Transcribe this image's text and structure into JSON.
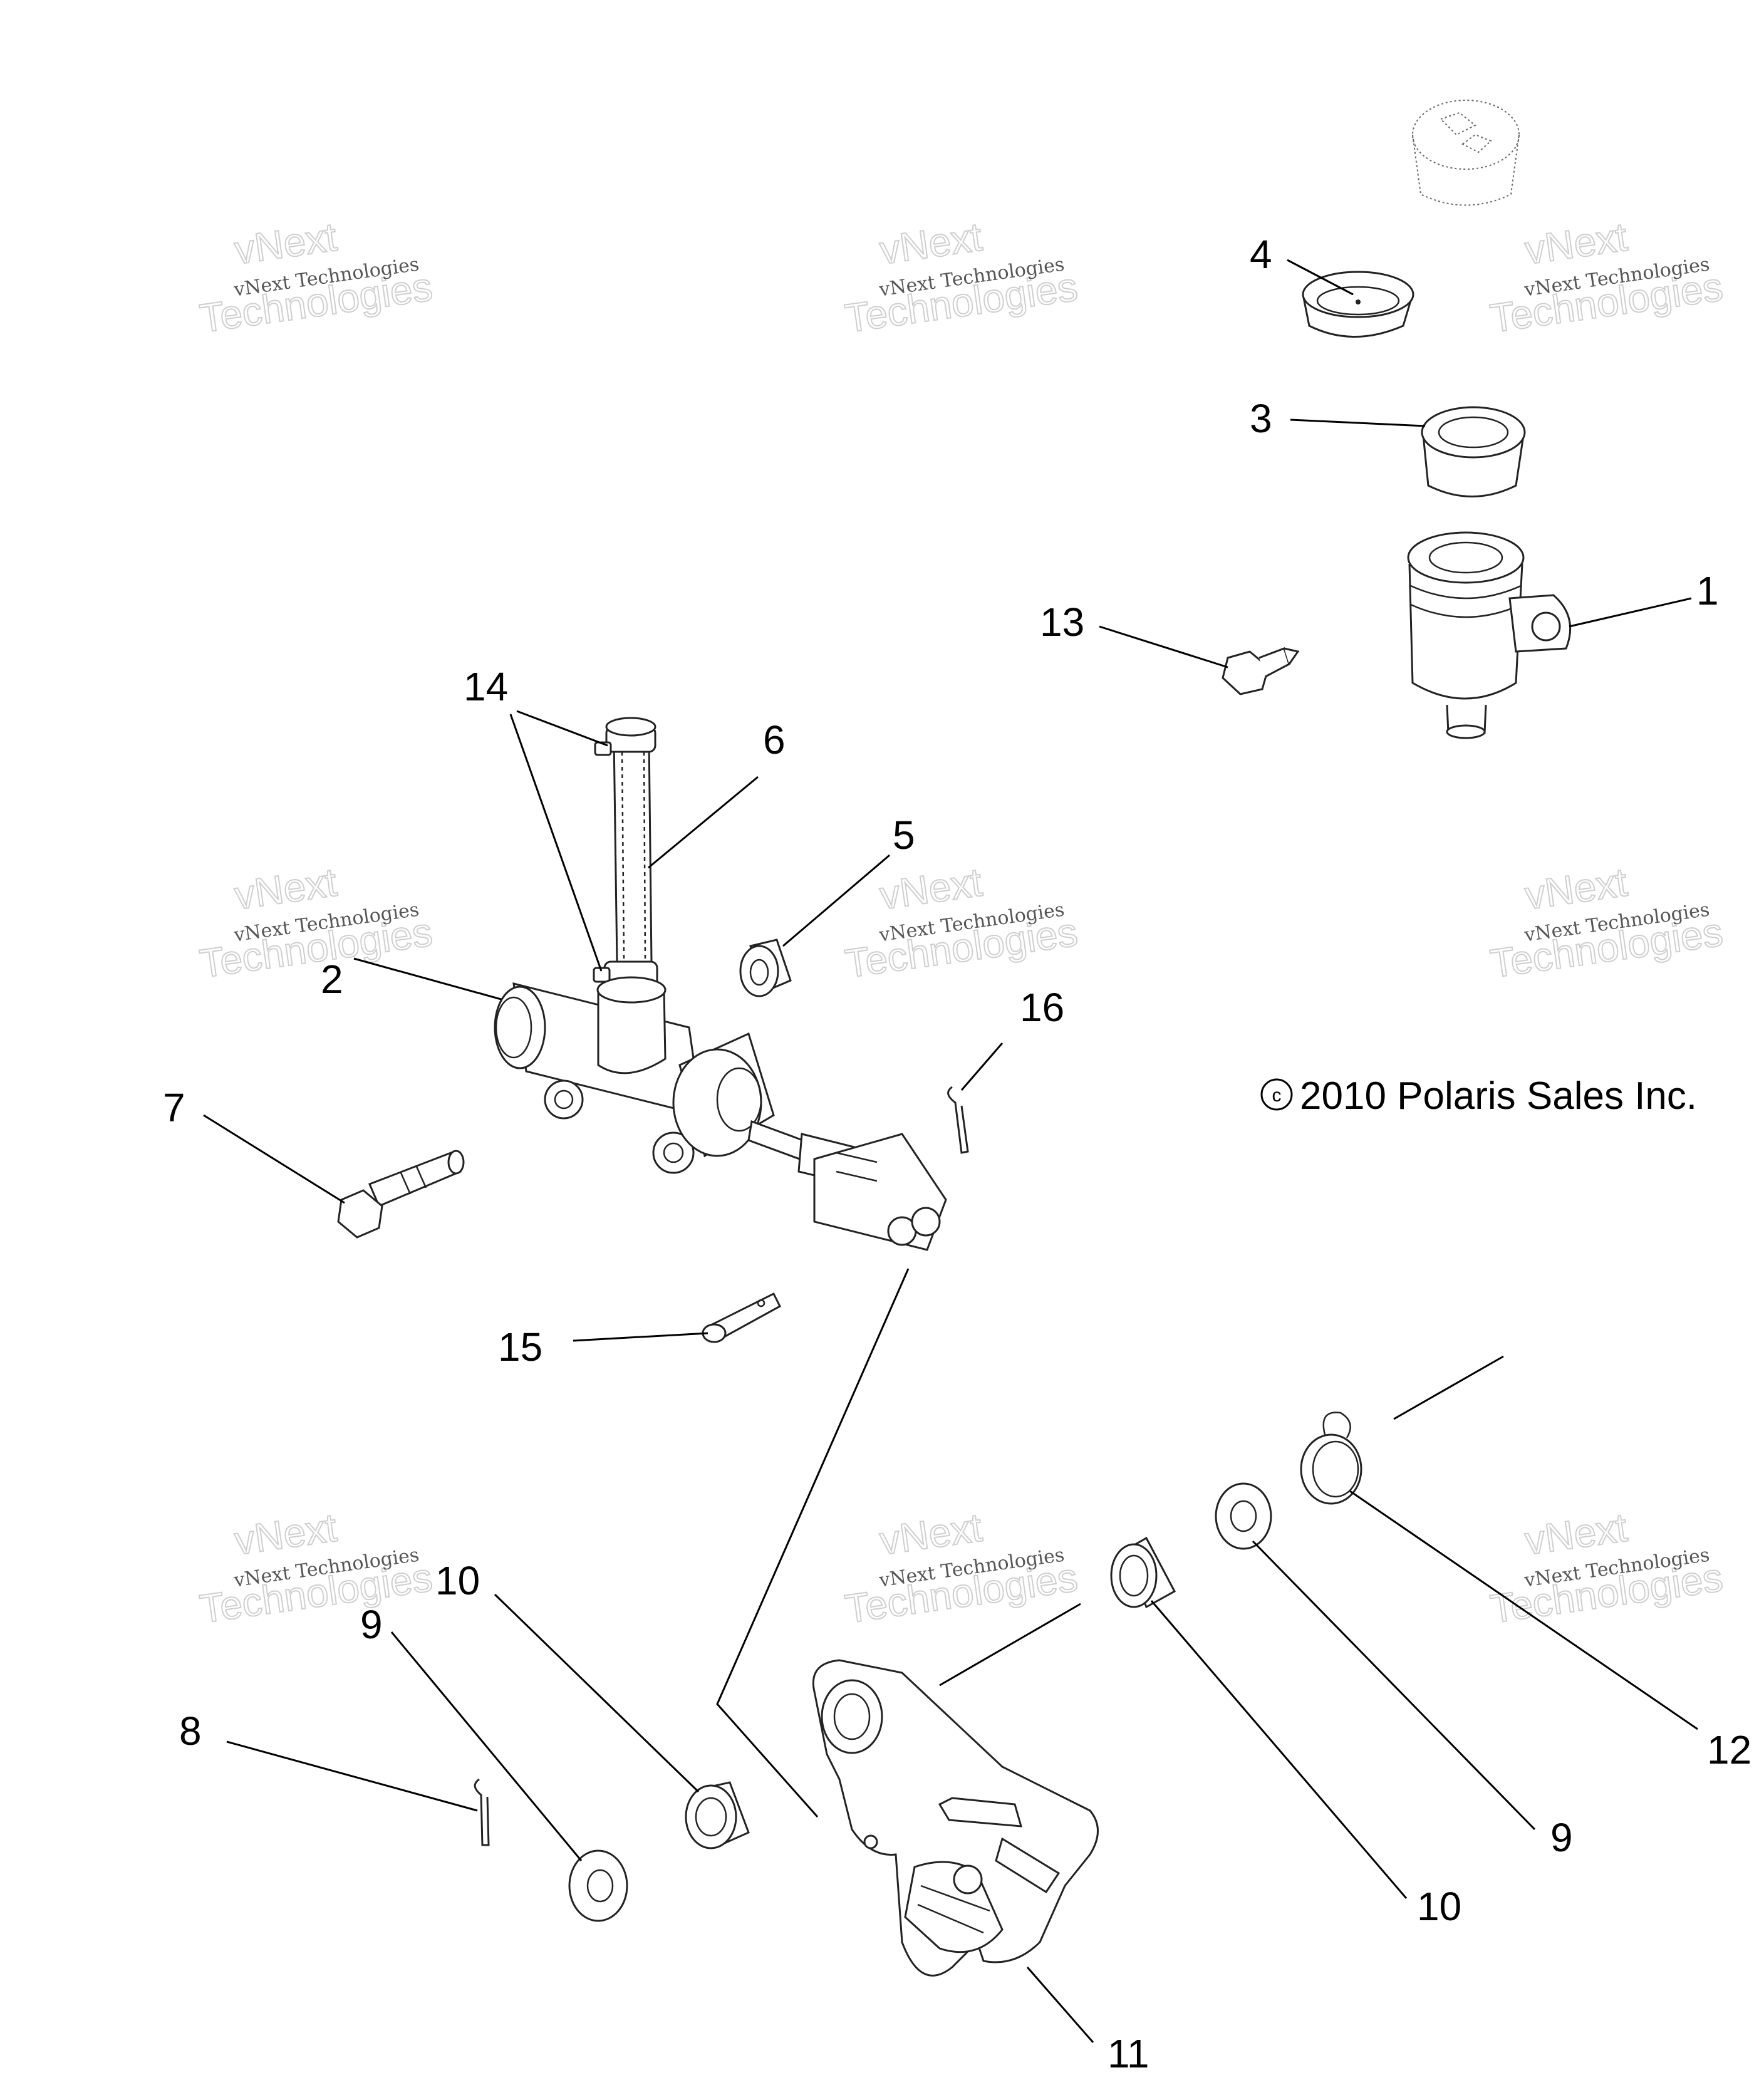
{
  "copyright": "2010 Polaris Sales Inc.",
  "copyright_symbol": "©",
  "watermark": {
    "line1": "vNext Technologies",
    "line2": "vNext",
    "line3": "Technologies"
  },
  "callouts": {
    "c1": "1",
    "c2": "2",
    "c3": "3",
    "c4": "4",
    "c5": "5",
    "c6": "6",
    "c7": "7",
    "c8": "8",
    "c9a": "9",
    "c9b": "9",
    "c10a": "10",
    "c10b": "10",
    "c11": "11",
    "c12": "12",
    "c13": "13",
    "c14": "14",
    "c15": "15",
    "c16": "16"
  }
}
